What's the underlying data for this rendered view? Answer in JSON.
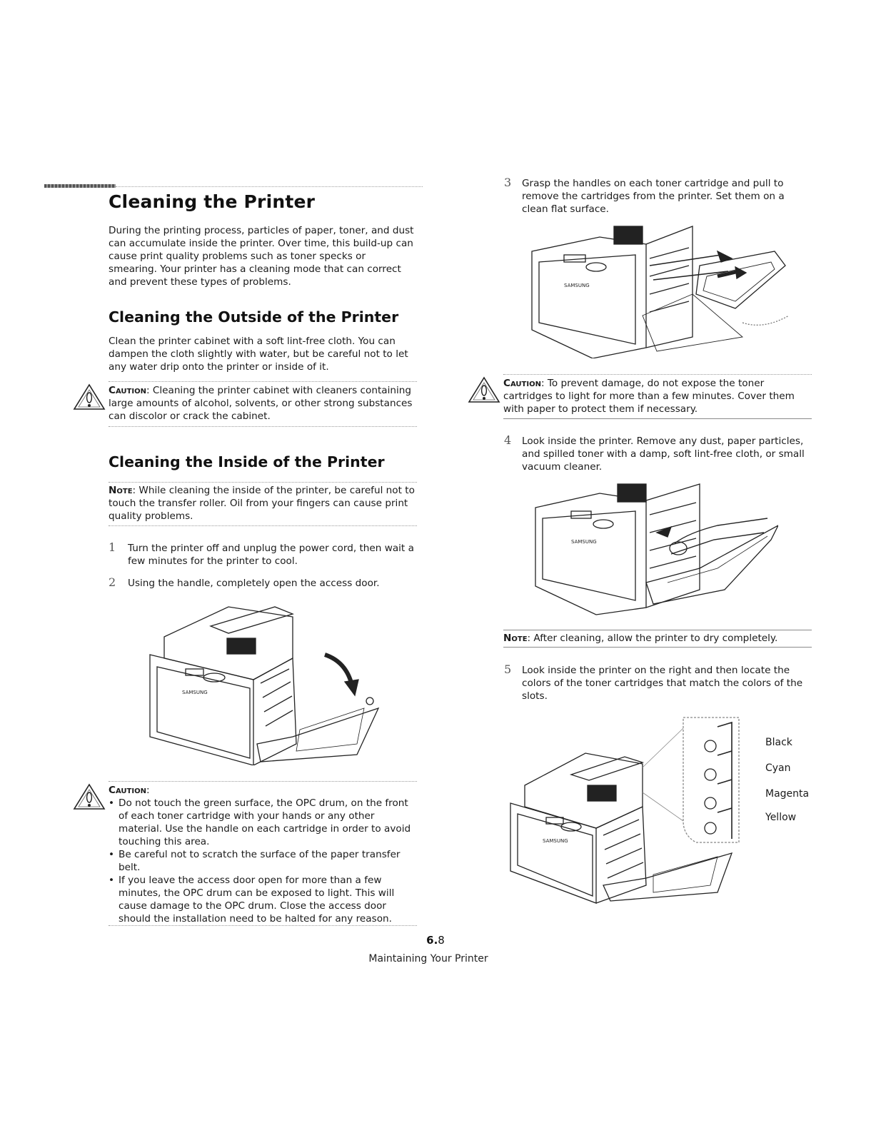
{
  "left": {
    "title": "Cleaning the Printer",
    "intro": "During the printing process, particles of paper, toner, and dust can accumulate inside the printer. Over time, this build-up can cause print quality problems such as toner specks or smearing. Your printer has a cleaning mode that can correct and prevent these types of problems.",
    "outside_heading": "Cleaning the Outside of the Printer",
    "outside_text": "Clean the printer cabinet with a soft lint-free cloth. You can dampen the cloth slightly with water, but be careful not to let any water drip onto the printer or inside of it.",
    "caution1_label": "Caution",
    "caution1_text": ": Cleaning the printer cabinet with cleaners containing large amounts of alcohol, solvents, or other strong substances can discolor or crack the cabinet.",
    "inside_heading": "Cleaning the Inside of the Printer",
    "note1_label": "Note",
    "note1_text": ": While cleaning the inside of the printer, be careful not to touch the transfer roller. Oil from your fingers can cause print quality problems.",
    "step1_num": "1",
    "step1_text": "Turn the printer off and unplug the power cord, then wait a few minutes for the printer to cool.",
    "step2_num": "2",
    "step2_text": "Using the handle, completely open the access door.",
    "caution2_label": "Caution",
    "caution2_colon": ":",
    "caution2_bullets": [
      "Do not touch the green surface, the OPC drum, on the front of each toner cartridge with your hands or any other material. Use the handle on each cartridge in order to avoid touching this area.",
      "Be careful not to scratch the surface of the paper transfer belt.",
      "If you leave the access door open for more than a few minutes, the OPC drum can be exposed to light. This will cause damage to the OPC drum. Close the access door should the installation need to be halted for any reason."
    ]
  },
  "right": {
    "step3_num": "3",
    "step3_text": "Grasp the handles on each toner cartridge and pull to remove the cartridges from the printer. Set them on a clean flat surface.",
    "caution3_label": "Caution",
    "caution3_text": ": To prevent damage, do not expose the toner cartridges to light for more than a few minutes. Cover them with paper to protect them if necessary.",
    "step4_num": "4",
    "step4_text": "Look inside the printer. Remove any dust, paper particles, and spilled toner with a damp, soft lint-free cloth, or small vacuum cleaner.",
    "note2_label": "Note",
    "note2_text": ": After cleaning, allow the printer to dry completely.",
    "step5_num": "5",
    "step5_text": "Look inside the printer on the right and then locate the colors of the toner cartridges that match the colors of the slots.",
    "slot_colors": [
      "Black",
      "Cyan",
      "Magenta",
      "Yellow"
    ],
    "brand_on_printer": "SAMSUNG"
  },
  "footer": {
    "page_number_bold": "6.",
    "page_number_rest": "8",
    "chapter": "Maintaining Your Printer"
  }
}
